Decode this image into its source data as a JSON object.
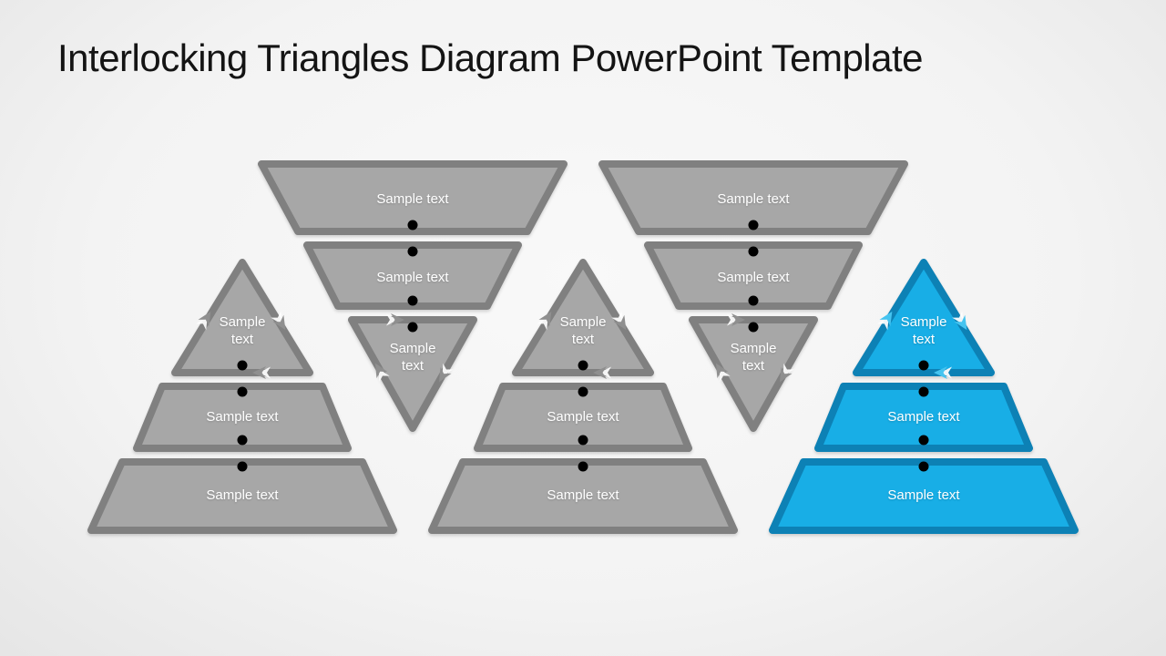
{
  "slide": {
    "title": "Interlocking Triangles Diagram PowerPoint Template"
  },
  "colors": {
    "background_center": "#f9f9f9",
    "background_edge": "#e3e3e3",
    "title_text": "#141414",
    "label_text": "#ffffff",
    "gray_fill": "#a7a7a7",
    "gray_border": "#808080",
    "gray_arrow": "#8f8f8f",
    "blue_fill": "#18aee6",
    "blue_border": "#0d81b5",
    "blue_arrow": "#45c4f0",
    "connector": "#2b2b2b"
  },
  "pyramids": [
    {
      "id": 1,
      "orientation": "upright",
      "theme": "gray",
      "tiers": [
        {
          "label": "Sample text"
        },
        {
          "label": "Sample text"
        },
        {
          "label": "Sample text"
        }
      ]
    },
    {
      "id": 2,
      "orientation": "inverted",
      "theme": "gray",
      "tiers": [
        {
          "label": "Sample text"
        },
        {
          "label": "Sample text"
        },
        {
          "label": "Sample text"
        }
      ]
    },
    {
      "id": 3,
      "orientation": "upright",
      "theme": "gray",
      "tiers": [
        {
          "label": "Sample text"
        },
        {
          "label": "Sample text"
        },
        {
          "label": "Sample text"
        }
      ]
    },
    {
      "id": 4,
      "orientation": "inverted",
      "theme": "gray",
      "tiers": [
        {
          "label": "Sample text"
        },
        {
          "label": "Sample text"
        },
        {
          "label": "Sample text"
        }
      ]
    },
    {
      "id": 5,
      "orientation": "upright",
      "theme": "blue",
      "tiers": [
        {
          "label": "Sample text"
        },
        {
          "label": "Sample text"
        },
        {
          "label": "Sample text"
        }
      ]
    }
  ]
}
